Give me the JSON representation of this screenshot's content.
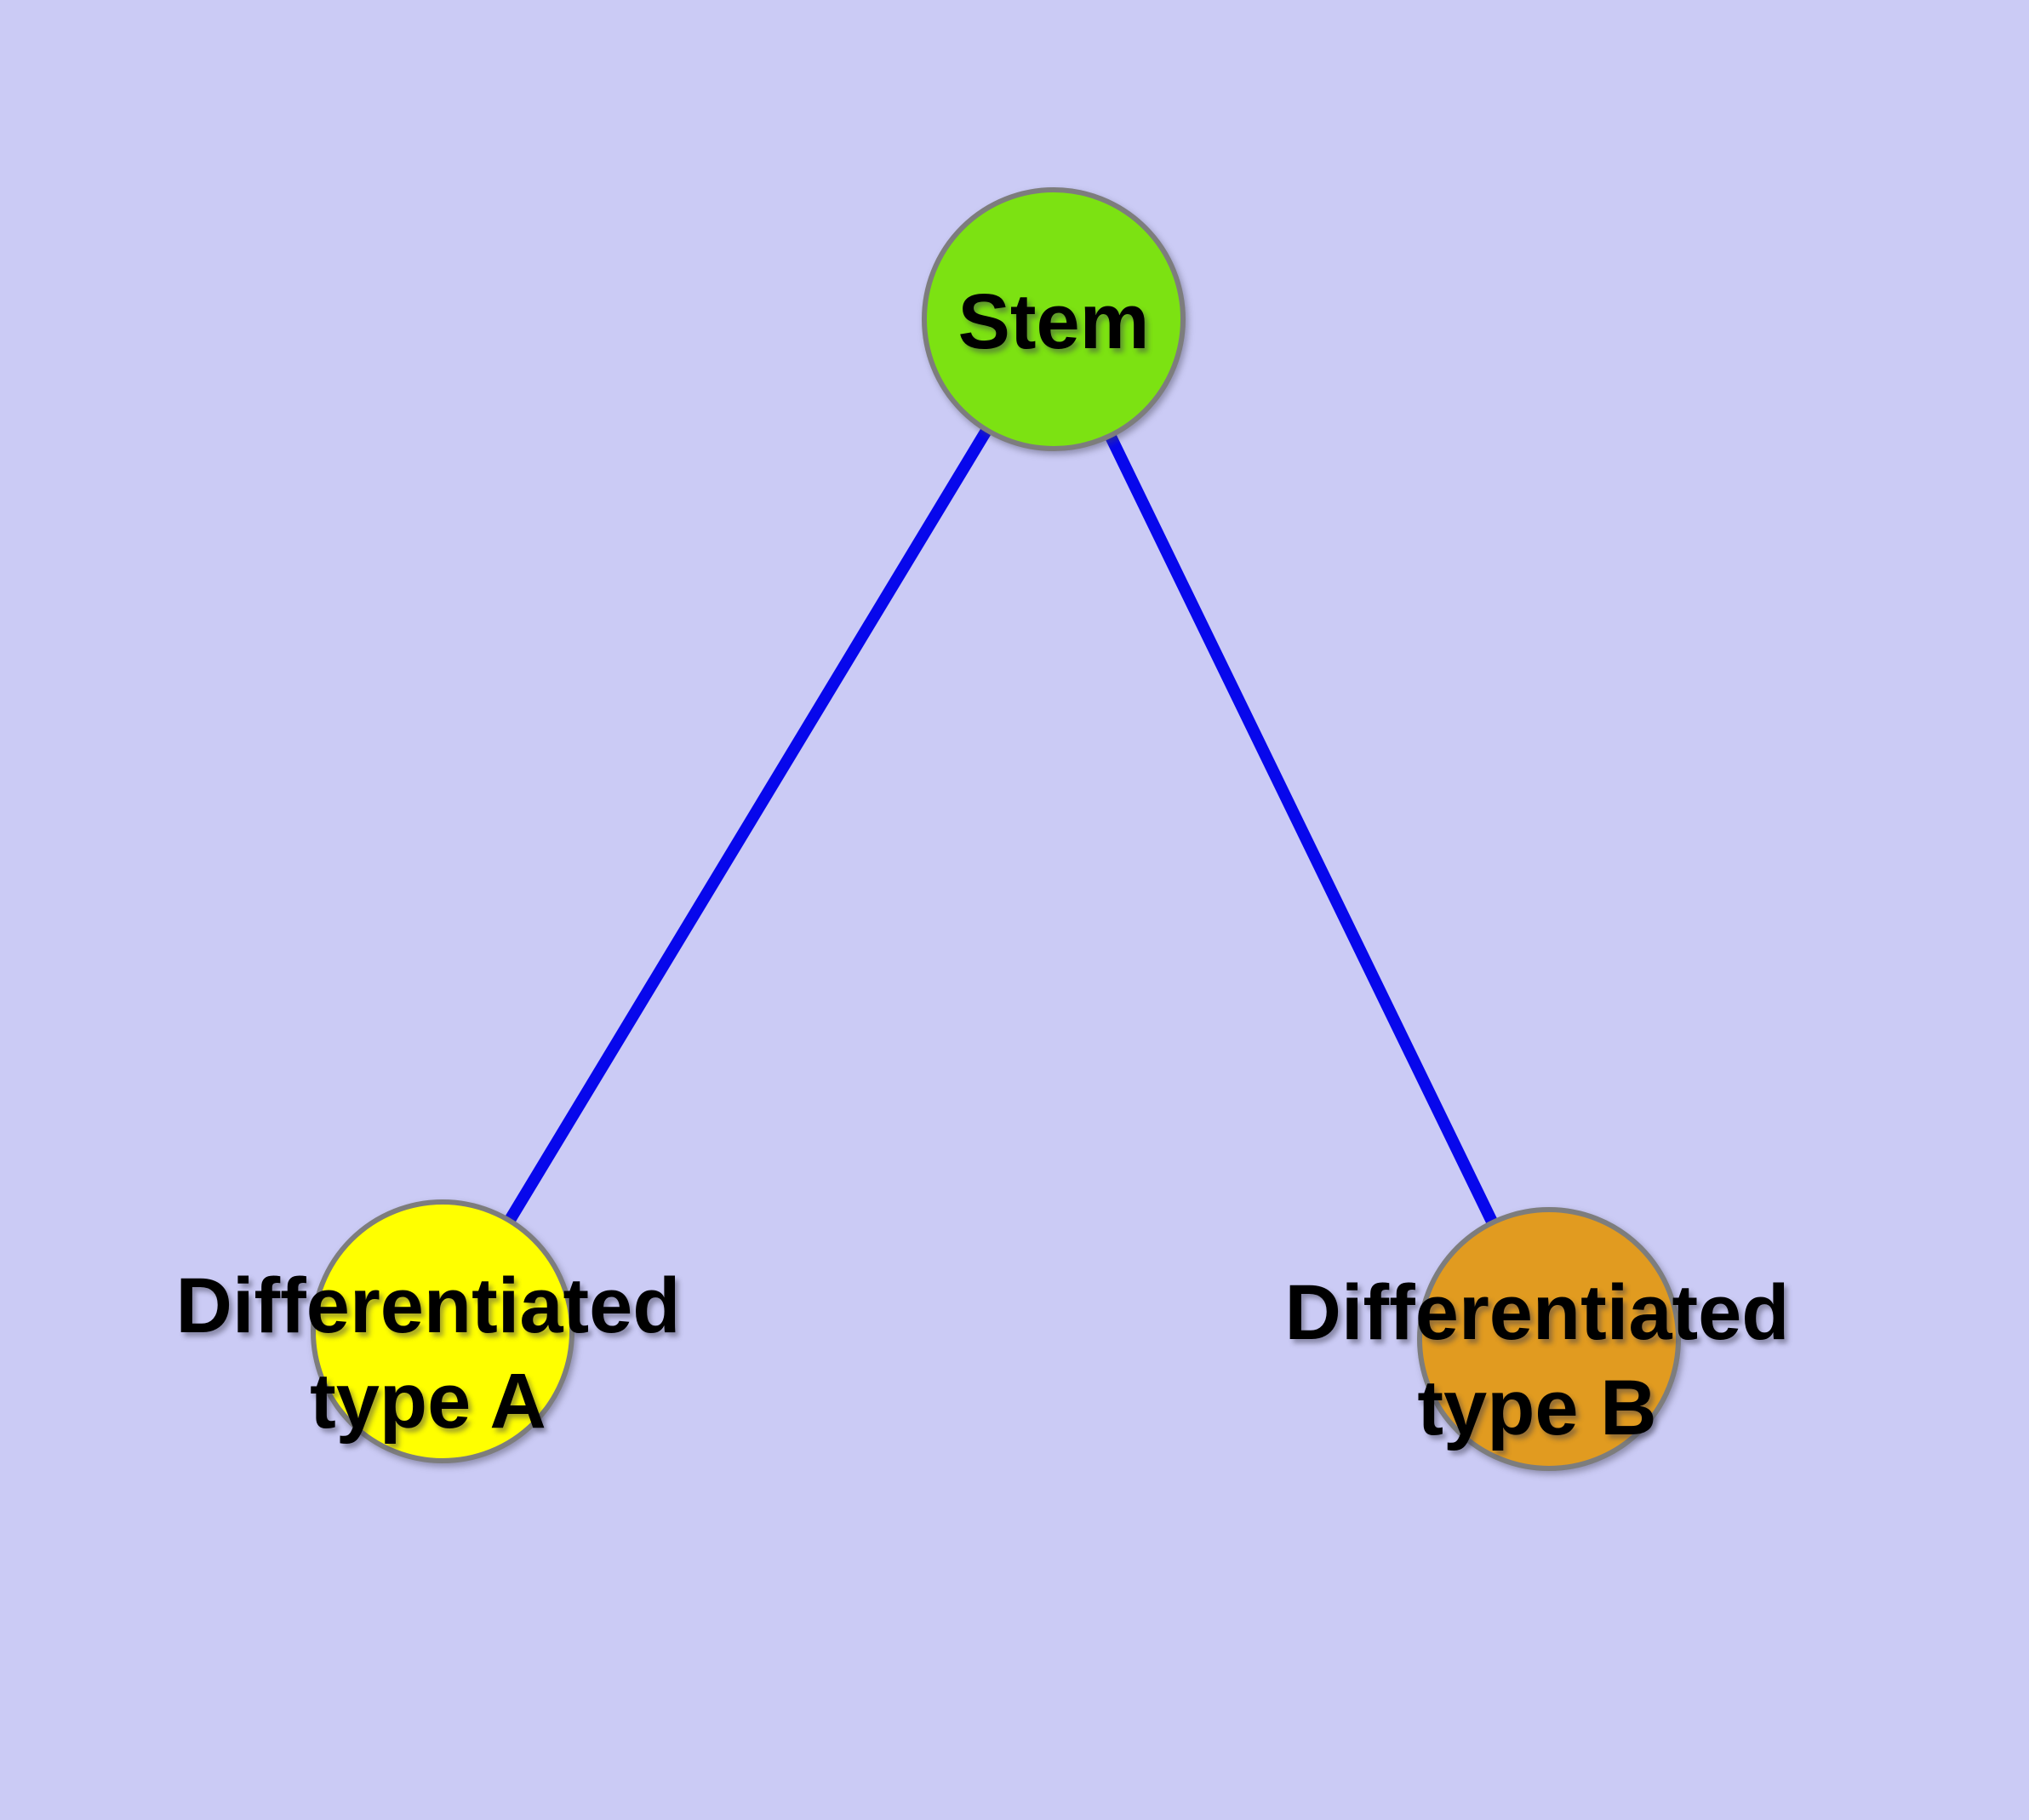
{
  "diagram": {
    "type": "graph",
    "background_color": "#CBCBF5",
    "edge_color": "#0707EC",
    "node_border_color": "#7D7D7D",
    "label_color": "#000000",
    "nodes": [
      {
        "id": "stem",
        "label": "Stem",
        "color": "#7CE212"
      },
      {
        "id": "differentiated-type-a",
        "label": "Differentiated\ntype A",
        "color": "#FFFF00"
      },
      {
        "id": "differentiated-type-b",
        "label": "Differentiated\ntype B",
        "color": "#E19B20"
      }
    ],
    "edges": [
      {
        "from": "stem",
        "to": "differentiated-type-a"
      },
      {
        "from": "stem",
        "to": "differentiated-type-b"
      }
    ]
  }
}
